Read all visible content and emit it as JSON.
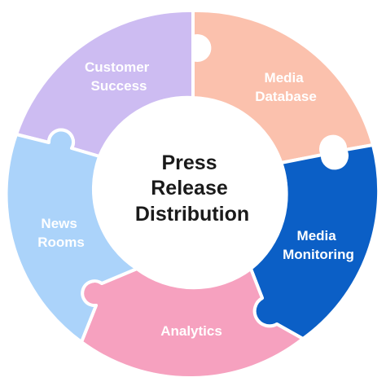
{
  "diagram": {
    "center": {
      "lines": [
        "Press",
        "Release",
        "Distribution"
      ],
      "fill": "#ffffff",
      "text_color": "#1a1a1a"
    },
    "segments": [
      {
        "id": "customer-success",
        "lines": [
          "Customer",
          "Success"
        ],
        "fill": "#cdbcf2",
        "text_color": "#ffffff"
      },
      {
        "id": "media-database",
        "lines": [
          "Media",
          "Database"
        ],
        "fill": "#fbc1ad",
        "text_color": "#ffffff"
      },
      {
        "id": "media-monitoring",
        "lines": [
          "Media",
          "Monitoring"
        ],
        "fill": "#0b5fc6",
        "text_color": "#ffffff"
      },
      {
        "id": "analytics",
        "lines": [
          "Analytics"
        ],
        "fill": "#f6a1bf",
        "text_color": "#ffffff"
      },
      {
        "id": "news-rooms",
        "lines": [
          "News",
          "Rooms"
        ],
        "fill": "#abd3fa",
        "text_color": "#ffffff"
      }
    ]
  }
}
